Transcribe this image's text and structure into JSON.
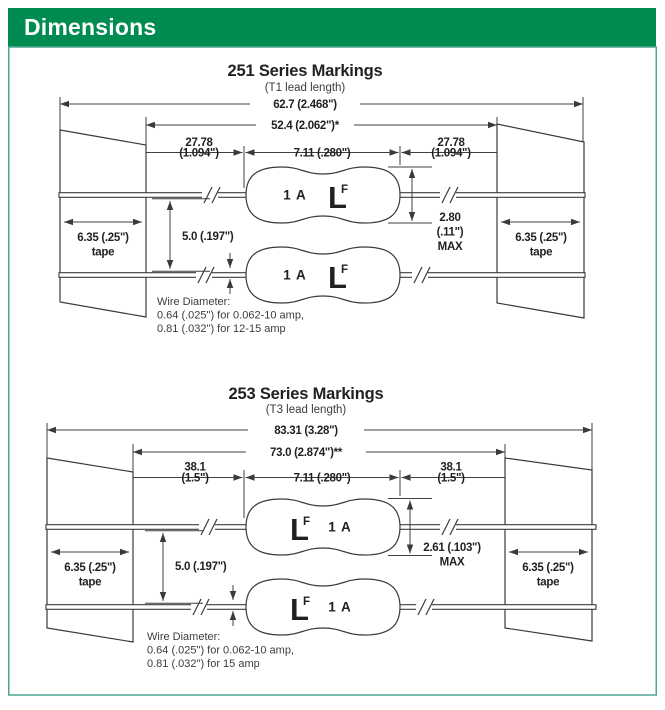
{
  "header": {
    "title": "Dimensions"
  },
  "colors": {
    "header_green": "#008C50",
    "border_teal": "#4FA593",
    "line": "#3a3a3a"
  },
  "diagram_251": {
    "title": "251 Series Markings",
    "subtitle": "(T1 lead length)",
    "overall_length": "62.7 (2.468\")",
    "inner_length": "52.4 (2.062\")*",
    "left_lead": {
      "mm": "27.78",
      "inch": "(1.094\")"
    },
    "body_length": "7.11 (.280\")",
    "right_lead": {
      "mm": "27.78",
      "inch": "(1.094\")"
    },
    "left_tape": {
      "size": "6.35 (.25\")",
      "label": "tape"
    },
    "right_tape": {
      "size": "6.35 (.25\")",
      "label": "tape"
    },
    "lead_spacing": "5.0 (.197\")",
    "body_diameter": {
      "line1": "2.80",
      "line2": "(.11\")",
      "line3": "MAX"
    },
    "marking": {
      "amp": "1 A",
      "logo_l": "L",
      "logo_f": "F"
    },
    "wire_note": {
      "line1": "Wire Diameter:",
      "line2": "0.64 (.025\") for 0.062-10 amp,",
      "line3": "0.81 (.032\") for 12-15 amp"
    }
  },
  "diagram_253": {
    "title": "253 Series Markings",
    "subtitle": "(T3 lead length)",
    "overall_length": "83.31 (3.28\")",
    "inner_length": "73.0 (2.874\")**",
    "left_lead": {
      "mm": "38.1",
      "inch": "(1.5\")"
    },
    "body_length": "7.11 (.280\")",
    "right_lead": {
      "mm": "38.1",
      "inch": "(1.5\")"
    },
    "left_tape": {
      "size": "6.35 (.25\")",
      "label": "tape"
    },
    "right_tape": {
      "size": "6.35 (.25\")",
      "label": "tape"
    },
    "lead_spacing": "5.0 (.197\")",
    "body_diameter": {
      "line1": "2.61 (.103\")",
      "line2": "MAX"
    },
    "marking": {
      "amp": "1 A",
      "logo_l": "L",
      "logo_f": "F"
    },
    "wire_note": {
      "line1": "Wire Diameter:",
      "line2": "0.64 (.025\") for 0.062-10 amp,",
      "line3": "0.81 (.032\") for 15 amp"
    }
  }
}
